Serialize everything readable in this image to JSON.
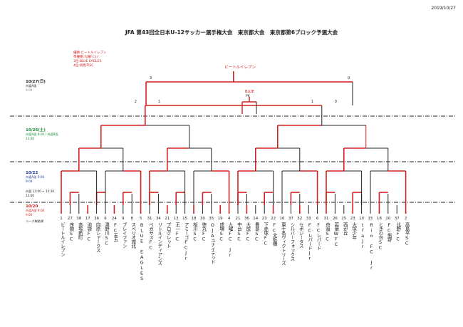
{
  "date": "2019/10/27",
  "title": "JFA 第43回全日本U-12サッカー選手権大会　東京都大会　東京都第6ブロック予選大会",
  "results": [
    "優勝:ビートルイレブン",
    "準優勝:九曜FC Jr",
    "3位:BLUE EAGLES",
    "4位:高島平SC"
  ],
  "champion": "ビートルイレブン",
  "rounds": {
    "r1027": {
      "date": "10/27(日)",
      "venue": "舟渡A面",
      "time": "9:00"
    },
    "r1026": {
      "date": "10/26(土)",
      "venue": "舟渡A面 9:00 / 舟渡B面",
      "time": "13:00"
    },
    "r1022": {
      "date": "10/22",
      "venue": "舟渡A面 9:00",
      "time": "9:00"
    },
    "r1022b": {
      "venue": "舟渡 13:00 ~ 15:30",
      "time": "13:00"
    },
    "r1020": {
      "date": "10/20",
      "venue": "舟渡A面 9:00",
      "time": "9:00"
    },
    "league": "リーグ戦結果"
  },
  "third_place": {
    "label": "BLUE",
    "pk_label": "PK"
  },
  "scores": {
    "final": [
      "3",
      "0"
    ],
    "sf": [
      "2",
      "1",
      "1",
      "0"
    ],
    "pk": [
      "PK",
      "4",
      "5",
      "PK",
      "4",
      "5"
    ]
  },
  "teams": [
    {
      "seed": "1",
      "name": "ビートルイレブン"
    },
    {
      "seed": "27",
      "name": "序間SC"
    },
    {
      "seed": "38",
      "name": "赤塚新町"
    },
    {
      "seed": "17",
      "name": "池袋FC"
    },
    {
      "seed": "36",
      "name": "向原シャークス"
    },
    {
      "seed": "6",
      "name": "滝野川SC"
    },
    {
      "seed": "24",
      "name": "FC王五"
    },
    {
      "seed": "9",
      "name": "ブレイファン"
    },
    {
      "seed": "8",
      "name": "スペリオ城北"
    },
    {
      "seed": "5",
      "name": "BLUE EAGLES"
    },
    {
      "seed": "31",
      "name": "ペガサスFC"
    },
    {
      "seed": "34",
      "name": "リトルインディアンズ"
    },
    {
      "seed": "21",
      "name": "プログレット"
    },
    {
      "seed": "13",
      "name": "王一FC"
    },
    {
      "seed": "15",
      "name": "アミーゴFCJr"
    },
    {
      "seed": "18",
      "name": "桜川SC"
    },
    {
      "seed": "30",
      "name": "徳丸FC"
    },
    {
      "seed": "35",
      "name": "OJAユナイテッド"
    },
    {
      "seed": "19",
      "name": "成増SC"
    },
    {
      "seed": "4",
      "name": "九曜FC Jr"
    },
    {
      "seed": "21",
      "name": "中台SC"
    },
    {
      "seed": "36",
      "name": "大成FC"
    },
    {
      "seed": "14",
      "name": "豊島SC"
    },
    {
      "seed": "23",
      "name": "下赤塚FC"
    },
    {
      "seed": "22",
      "name": "FC北板橋"
    },
    {
      "seed": "16",
      "name": "東十条ヴィクトリーズ"
    },
    {
      "seed": "37",
      "name": "シルバーフォックス"
    },
    {
      "seed": "32",
      "name": "セボジータス"
    },
    {
      "seed": "33",
      "name": "FCレパードJr"
    },
    {
      "seed": "6",
      "name": "FCレパード"
    },
    {
      "seed": "31",
      "name": "舟渡SC"
    },
    {
      "seed": "26",
      "name": "若葉WFC"
    },
    {
      "seed": "25",
      "name": "西が丘"
    },
    {
      "seed": "23",
      "name": "大塚少年"
    },
    {
      "seed": "10",
      "name": "tfaJr"
    },
    {
      "seed": "15",
      "name": "Rio FC Jr"
    },
    {
      "seed": "18",
      "name": "ときわ台SC"
    },
    {
      "seed": "20",
      "name": "FC熊野"
    },
    {
      "seed": "37",
      "name": "北野FC"
    },
    {
      "seed": "2",
      "name": "高島平SC"
    }
  ],
  "colors": {
    "win": "#d42020",
    "lose": "#222222",
    "accent": "#1a8a3a",
    "info": "#1a3a9a"
  }
}
